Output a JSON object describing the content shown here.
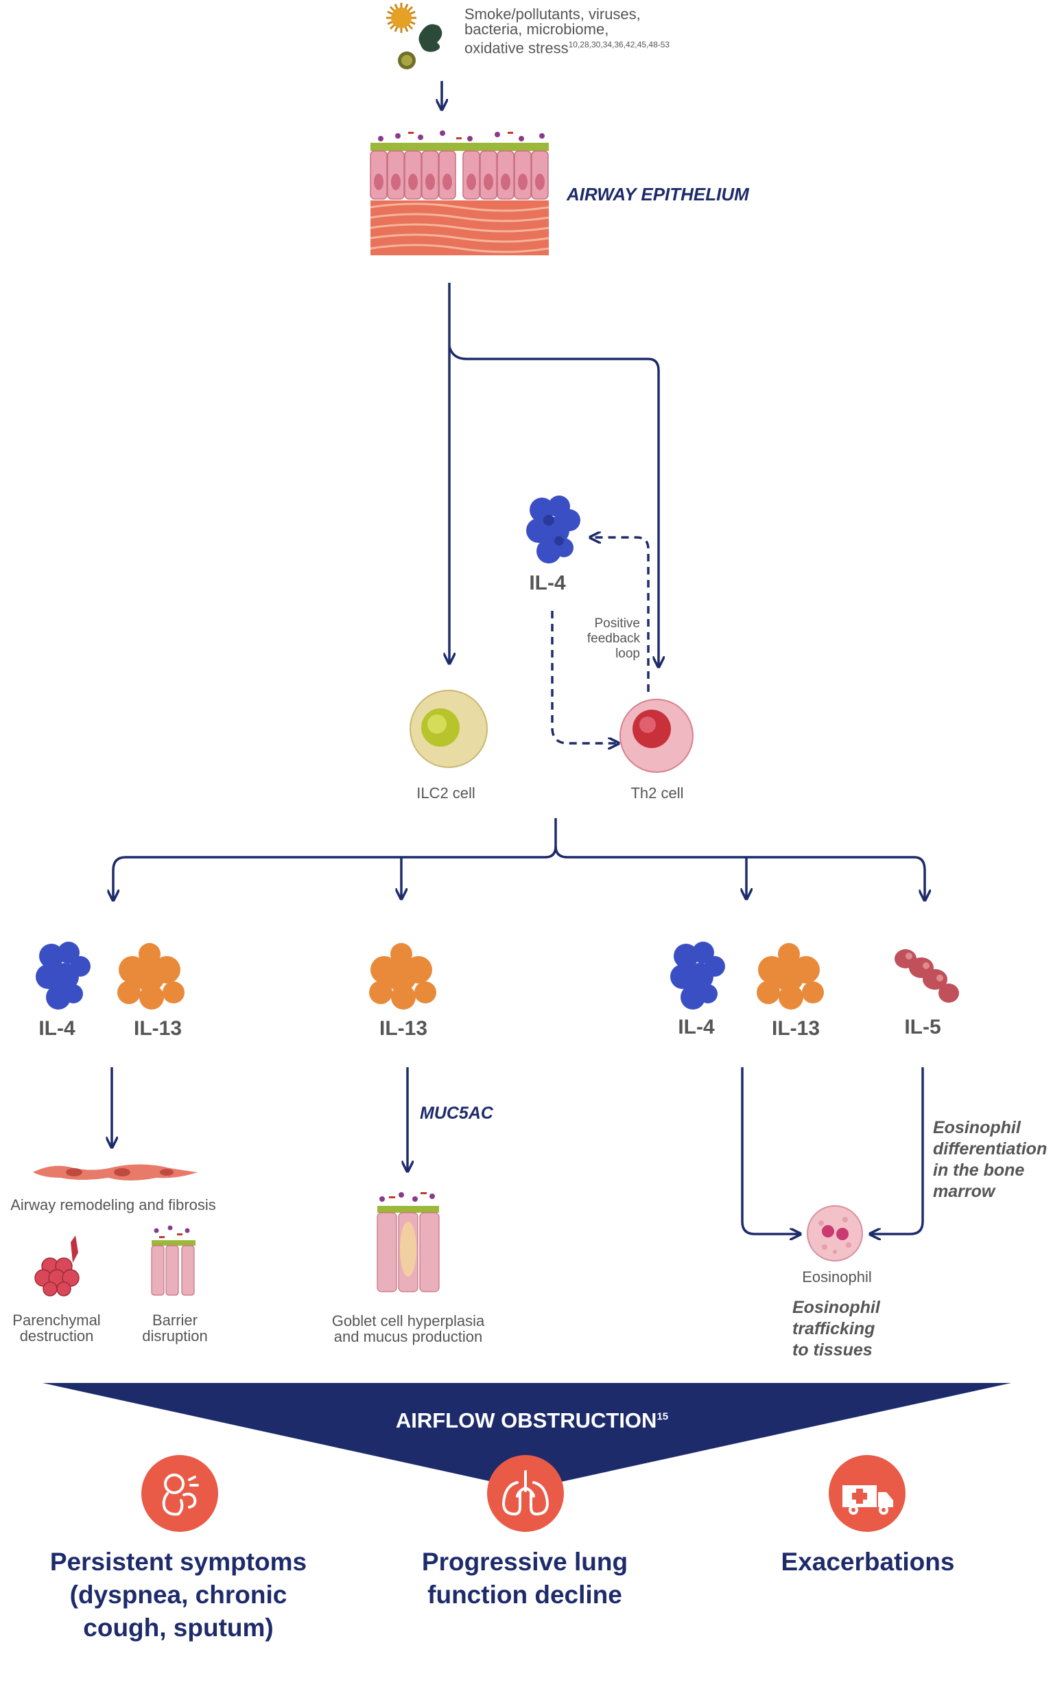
{
  "trigger": {
    "lines": [
      "Smoke/pollutants, viruses,",
      "bacteria, microbiome,",
      "oxidative stress"
    ],
    "refs": "10,28,30,34,36,42,45,48-53"
  },
  "epithelium_label": "AIRWAY EPITHELIUM",
  "il4_top_label": "IL-4",
  "feedback_note": [
    "Positive",
    "feedback",
    "loop"
  ],
  "ilc2_label": "ILC2 cell",
  "th2_label": "Th2 cell",
  "cytokines": {
    "group1": [
      "IL-4",
      "IL-13"
    ],
    "group2": [
      "IL-13"
    ],
    "group3": [
      "IL-4",
      "IL-13",
      "IL-5"
    ]
  },
  "muc5ac_label": "MUC5AC",
  "remodeling_label": "Airway remodeling and fibrosis",
  "parenchymal_label": [
    "Parenchymal",
    "destruction"
  ],
  "barrier_label": [
    "Barrier",
    "disruption"
  ],
  "goblet_label": [
    "Goblet cell hyperplasia",
    "and mucus production"
  ],
  "eosinophil_diff_note": [
    "Eosinophil",
    "differentiation",
    "in the bone",
    "marrow"
  ],
  "eosinophil_label": "Eosinophil",
  "eosinophil_traffic_note": [
    "Eosinophil",
    "trafficking",
    "to tissues"
  ],
  "banner": {
    "title": "AIRFLOW OBSTRUCTION",
    "ref": "15"
  },
  "outcomes": [
    {
      "lines": [
        "Persistent symptoms",
        "(dyspnea, chronic",
        "cough, sputum)"
      ],
      "icon": "cough-person-icon"
    },
    {
      "lines": [
        "Progressive lung",
        "function decline"
      ],
      "icon": "lungs-icon"
    },
    {
      "lines": [
        "Exacerbations"
      ],
      "icon": "ambulance-icon"
    }
  ],
  "colors": {
    "navy": "#1d2b6b",
    "text_grey": "#555555",
    "icon_red": "#e95a47",
    "il4_blue": "#3b4fc4",
    "il13_orange": "#e88a3a",
    "il5_red": "#c0505a"
  }
}
